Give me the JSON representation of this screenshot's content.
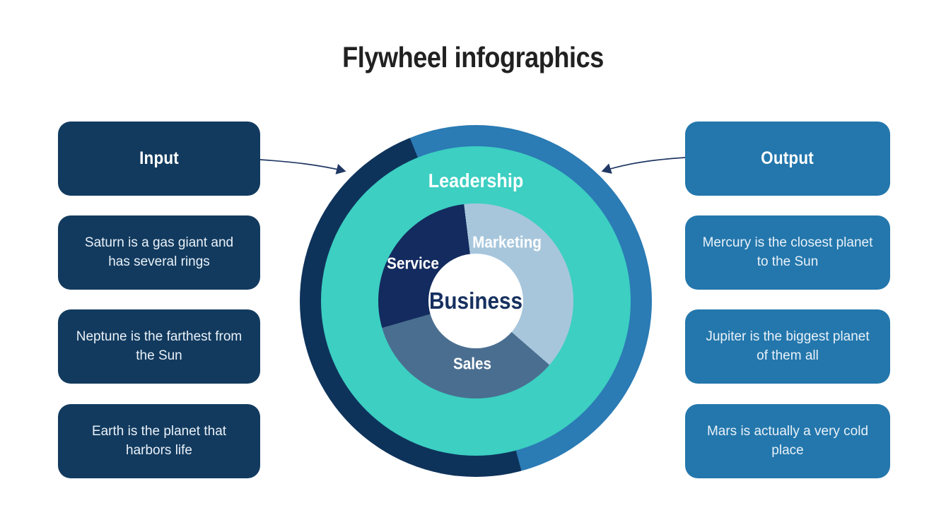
{
  "title": "Flywheel infographics",
  "input_panel": {
    "header": "Input",
    "items": [
      "Saturn is a gas giant and has several rings",
      "Neptune is the farthest from the Sun",
      "Earth is the planet that harbors life"
    ]
  },
  "output_panel": {
    "header": "Output",
    "items": [
      "Mercury is the closest planet to the Sun",
      "Jupiter is the biggest planet of them all",
      "Mars is actually a very cold place"
    ]
  },
  "wheel": {
    "ring_label": "Leadership",
    "segment_marketing": "Marketing",
    "segment_sales": "Sales",
    "segment_service": "Service",
    "hub_label": "Business",
    "outer_ring_arcs_deg": {
      "blue_start": 338,
      "blue_sweep": 187,
      "navy_sweep": 173
    },
    "pie_arcs_deg": {
      "start": 353,
      "marketing": 138,
      "sales": 123,
      "service": 99
    }
  },
  "colors": {
    "title-text": "#212121",
    "arrow": "#203864",
    "navy-box": "#123A5E",
    "blue-box": "#2377AC",
    "box-text": "#E9F1F9",
    "header-text": "#FFFFFF",
    "ring-navy": "#0E335B",
    "ring-blue": "#2B7BB4",
    "teal": "#3CCFC2",
    "seg-marketing": "#A7C6DC",
    "seg-sales": "#4A6E90",
    "seg-service": "#132B5E",
    "hub": "#FFFFFF",
    "business-text": "#16305F"
  }
}
